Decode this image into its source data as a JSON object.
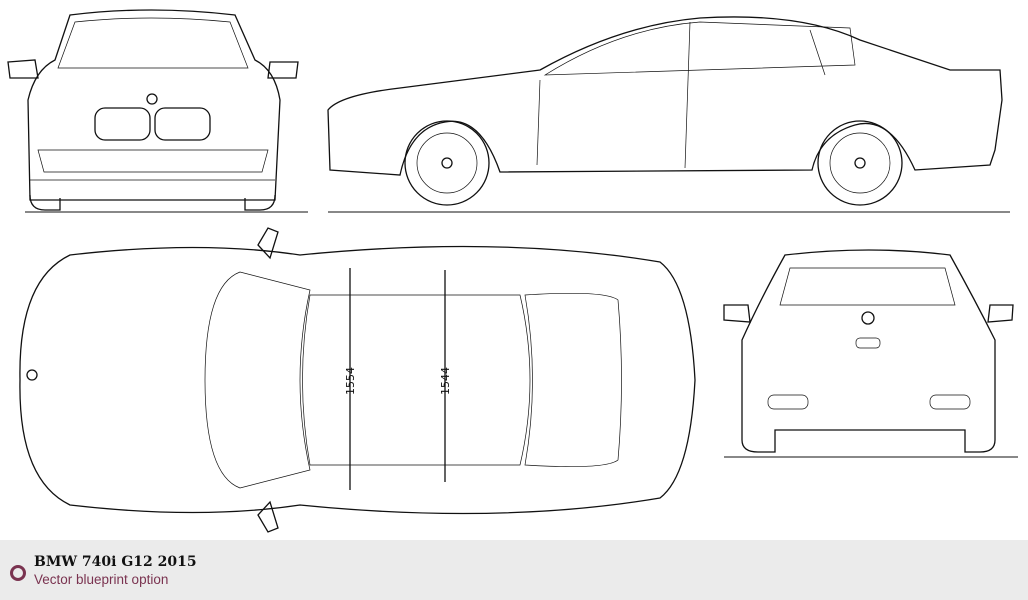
{
  "blueprint": {
    "views": [
      "front",
      "side",
      "top",
      "rear"
    ],
    "dimensions": {
      "front_track": "1554",
      "rear_track": "1544"
    }
  },
  "footer": {
    "title": "BMW 740i G12 2015",
    "subtitle": "Vector blueprint option",
    "accent_color": "#7a3350"
  }
}
